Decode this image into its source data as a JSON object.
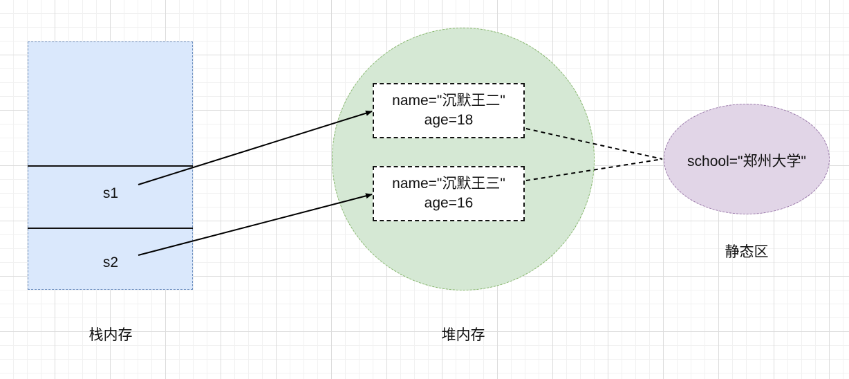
{
  "stack": {
    "label": "栈内存",
    "var1": "s1",
    "var2": "s2"
  },
  "heap": {
    "label": "堆内存",
    "object1": {
      "name_line": "name=\"沉默王二\"",
      "age_line": "age=18"
    },
    "object2": {
      "name_line": "name=\"沉默王三\"",
      "age_line": "age=16"
    }
  },
  "static_area": {
    "label": "静态区",
    "value": "school=\"郑州大学\""
  },
  "colors": {
    "stack_fill": "#dae8fc",
    "stack_border": "#6c8ebf",
    "heap_fill": "#d5e8d4",
    "heap_border": "#82b366",
    "static_fill": "#e1d5e7",
    "static_border": "#9673a6"
  }
}
